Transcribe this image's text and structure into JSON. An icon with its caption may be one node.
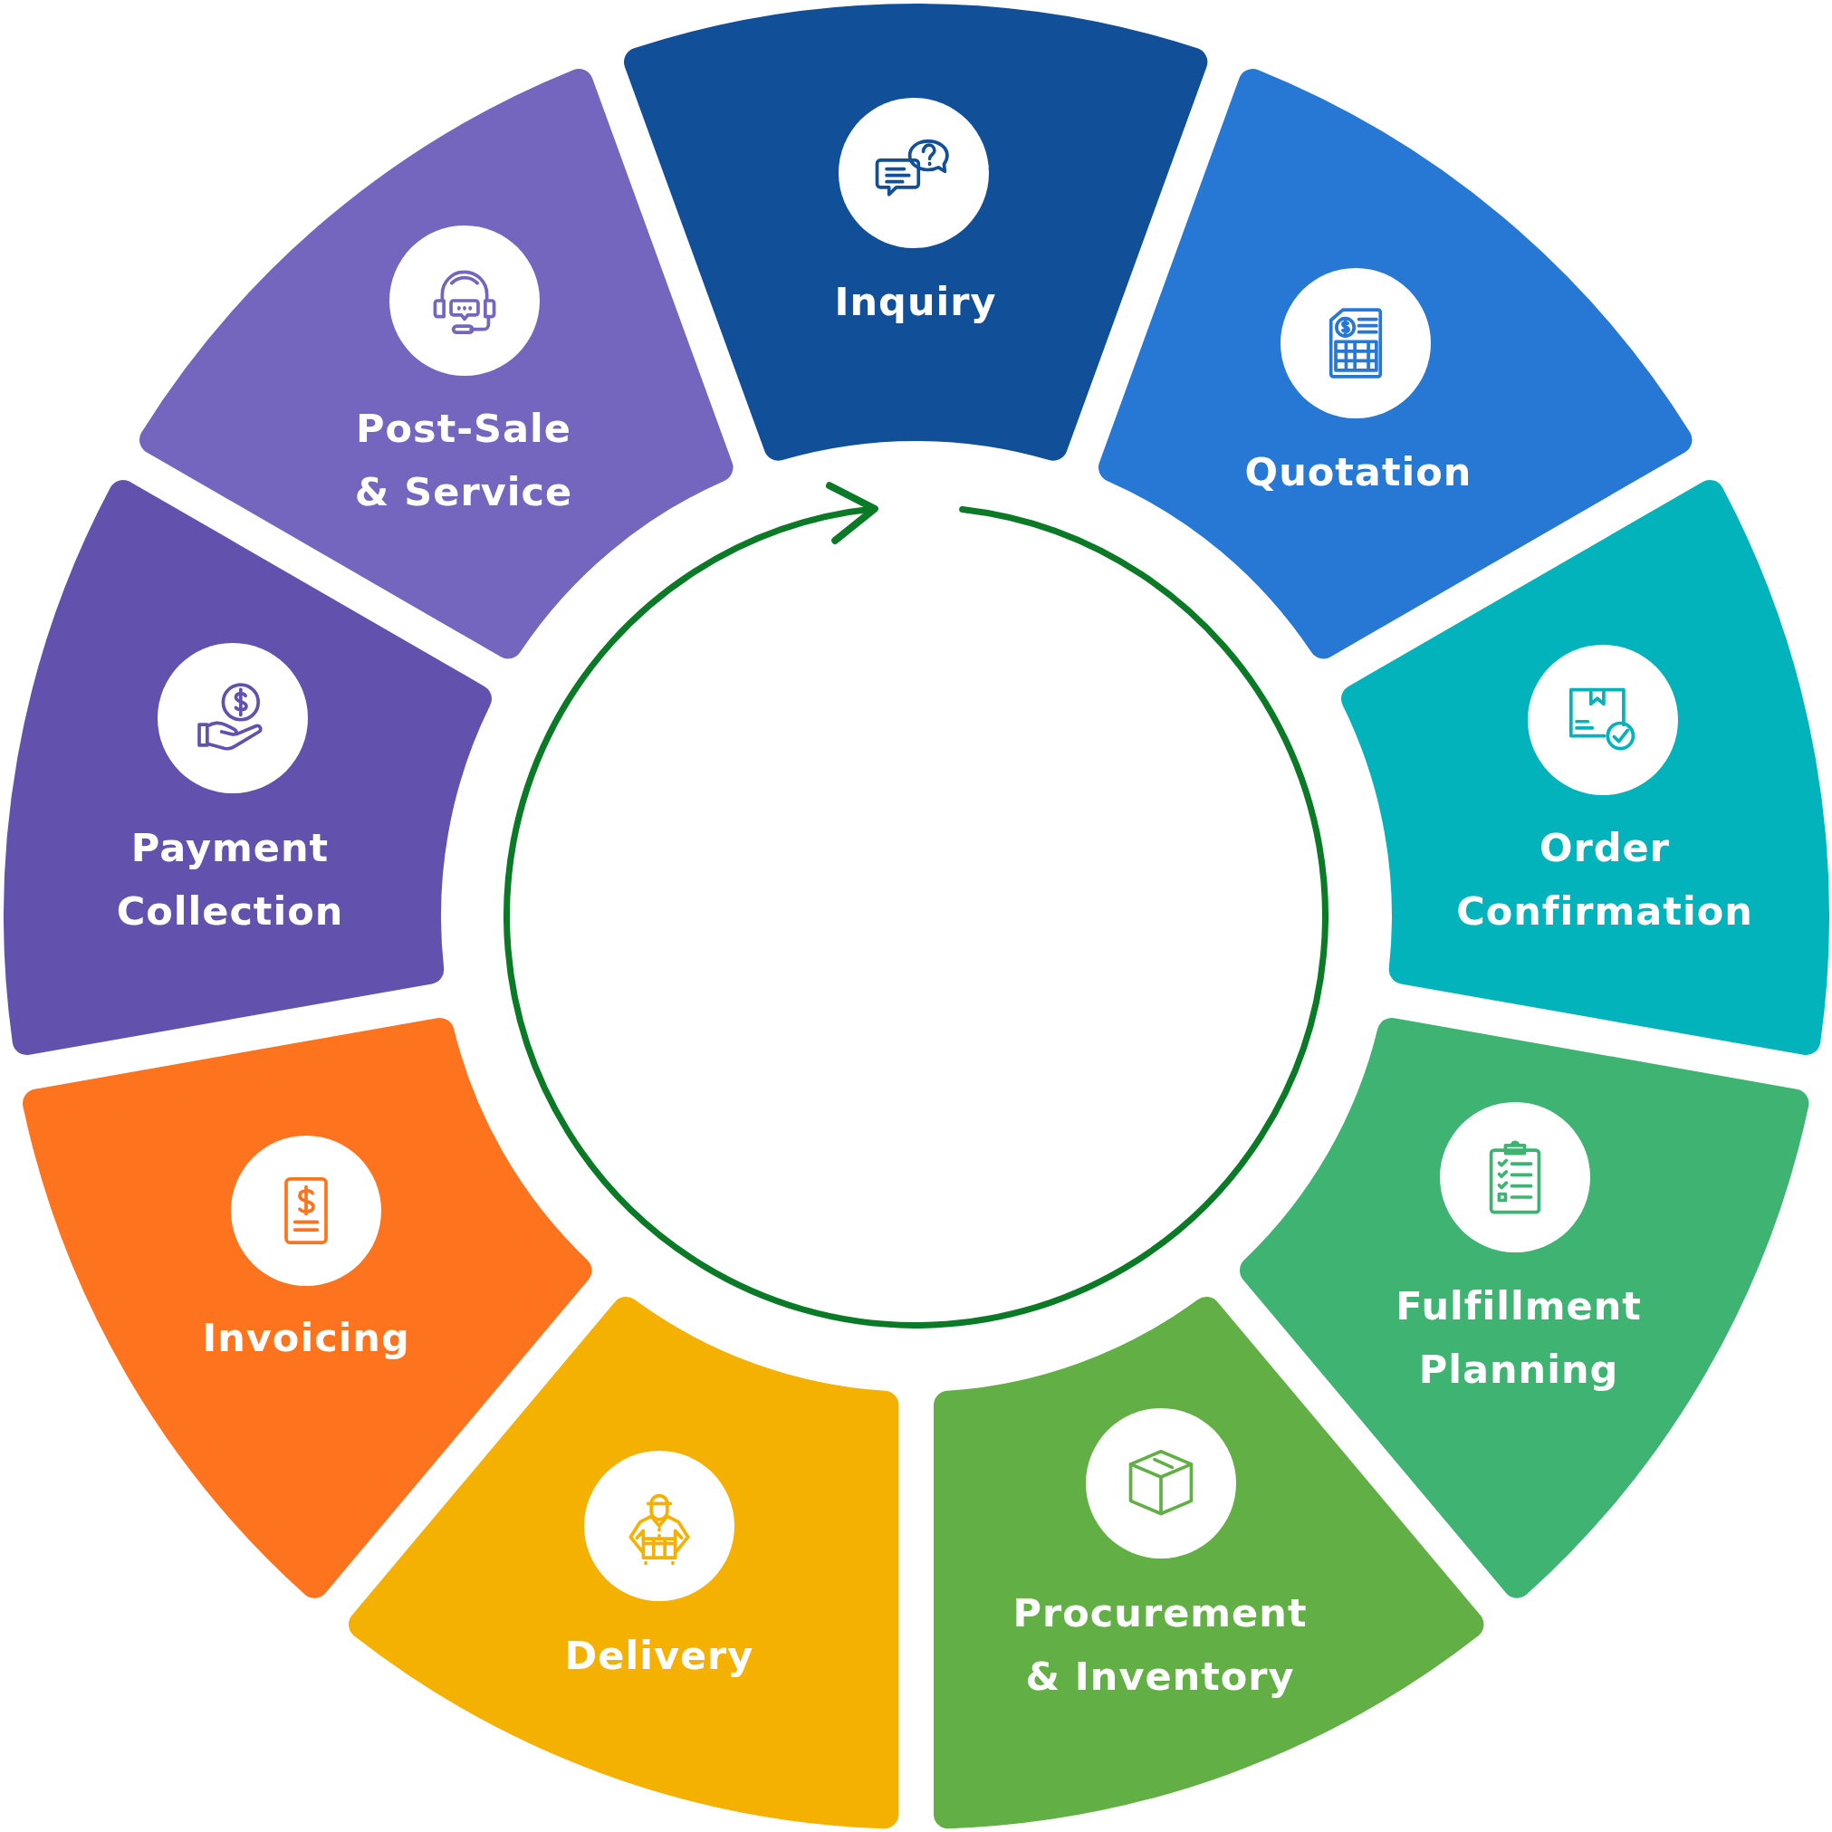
{
  "diagram": {
    "nodes": [
      {
        "text": [
          "Inquiry"
        ]
      },
      {
        "text": [
          "Quotation"
        ]
      },
      {
        "text": [
          "Order Confirmation"
        ]
      },
      {
        "text": [
          "Fulfillment Planning"
        ]
      },
      {
        "text": [
          "Procurement & Inventory"
        ]
      },
      {
        "text": [
          "Delivery"
        ]
      },
      {
        "text": [
          "Invoicing"
        ]
      },
      {
        "text": [
          "Payment Collection"
        ]
      },
      {
        "text": [
          "Post-Sale & Service"
        ]
      }
    ]
  }
}
